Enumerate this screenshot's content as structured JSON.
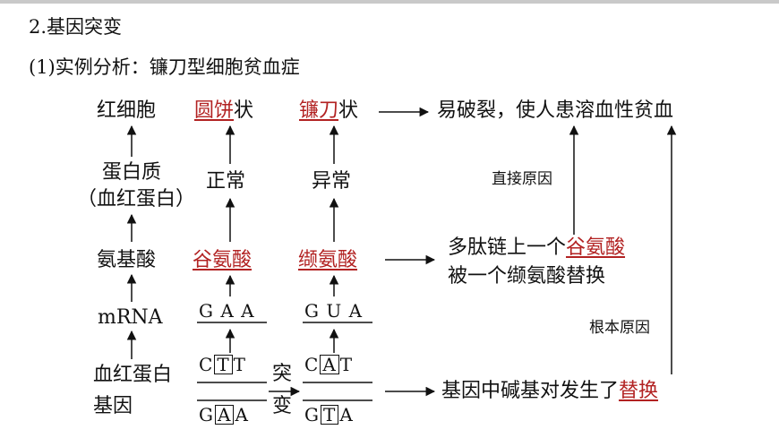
{
  "section_title": "2.基因突变",
  "subsection_title": "(1)实例分析：镰刀型细胞贫血症",
  "rows": {
    "cell": {
      "label": "红细胞",
      "normal_prefix": "圆饼",
      "normal_suffix": "状",
      "mutant_prefix": "镰刀",
      "mutant_suffix": "状",
      "result": "易破裂，使人患溶血性贫血"
    },
    "protein": {
      "label_line1": "蛋白质",
      "label_line2": "（血红蛋白）",
      "normal": "正常",
      "mutant": "异常"
    },
    "amino_acid": {
      "label": "氨基酸",
      "normal": "谷氨酸",
      "mutant": "缬氨酸",
      "result_line1_prefix": "多肽链上一个",
      "result_line1_highlight": "谷氨酸",
      "result_line2": "被一个缬氨酸替换"
    },
    "mrna": {
      "label": "mRNA",
      "normal": [
        "G",
        "A",
        "A"
      ],
      "mutant": [
        "G",
        "U",
        "A"
      ]
    },
    "gene": {
      "label_line1": "血红蛋白",
      "label_line2": "基因",
      "normal_top": [
        "C",
        "T",
        "T"
      ],
      "normal_bottom": [
        "G",
        "A",
        "A"
      ],
      "mutant_top": [
        "C",
        "A",
        "T"
      ],
      "mutant_bottom": [
        "G",
        "T",
        "A"
      ],
      "mutation_line1": "突",
      "mutation_line2": "变",
      "result_prefix": "基因中碱基对发生了",
      "result_highlight": "替换"
    }
  },
  "causes": {
    "direct": "直接原因",
    "root": "根本原因"
  },
  "colors": {
    "highlight": "#b22222",
    "text": "#111111",
    "top_bar": "#c9c9c9"
  }
}
